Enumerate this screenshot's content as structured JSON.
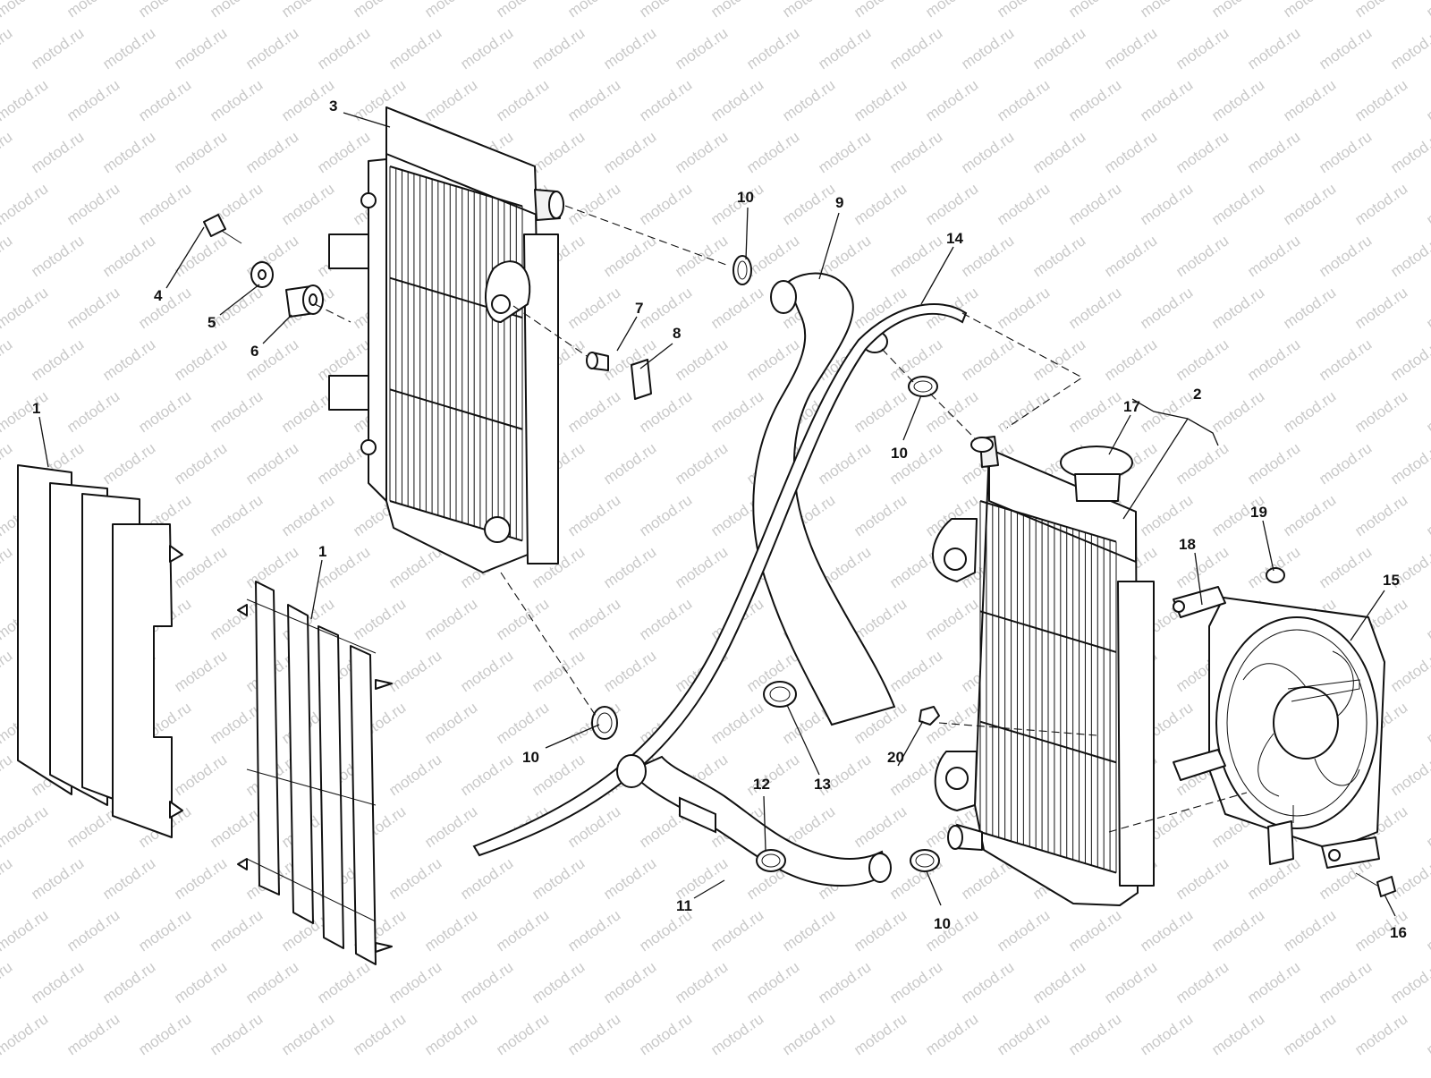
{
  "watermark": {
    "text": "motod.ru"
  },
  "callouts": [
    {
      "id": "c1a",
      "text": "1"
    },
    {
      "id": "c1b",
      "text": "1"
    },
    {
      "id": "c2",
      "text": "2"
    },
    {
      "id": "c3",
      "text": "3"
    },
    {
      "id": "c4",
      "text": "4"
    },
    {
      "id": "c5",
      "text": "5"
    },
    {
      "id": "c6",
      "text": "6"
    },
    {
      "id": "c7",
      "text": "7"
    },
    {
      "id": "c8",
      "text": "8"
    },
    {
      "id": "c9",
      "text": "9"
    },
    {
      "id": "c10a",
      "text": "10"
    },
    {
      "id": "c10b",
      "text": "10"
    },
    {
      "id": "c10c",
      "text": "10"
    },
    {
      "id": "c10d",
      "text": "10"
    },
    {
      "id": "c11",
      "text": "11"
    },
    {
      "id": "c12",
      "text": "12"
    },
    {
      "id": "c13",
      "text": "13"
    },
    {
      "id": "c14",
      "text": "14"
    },
    {
      "id": "c15",
      "text": "15"
    },
    {
      "id": "c16",
      "text": "16"
    },
    {
      "id": "c17",
      "text": "17"
    },
    {
      "id": "c18",
      "text": "18"
    },
    {
      "id": "c19",
      "text": "19"
    },
    {
      "id": "c20",
      "text": "20"
    }
  ],
  "colors": {
    "ink": "#111111",
    "watermark": "#c9c9c9",
    "background": "#ffffff"
  }
}
